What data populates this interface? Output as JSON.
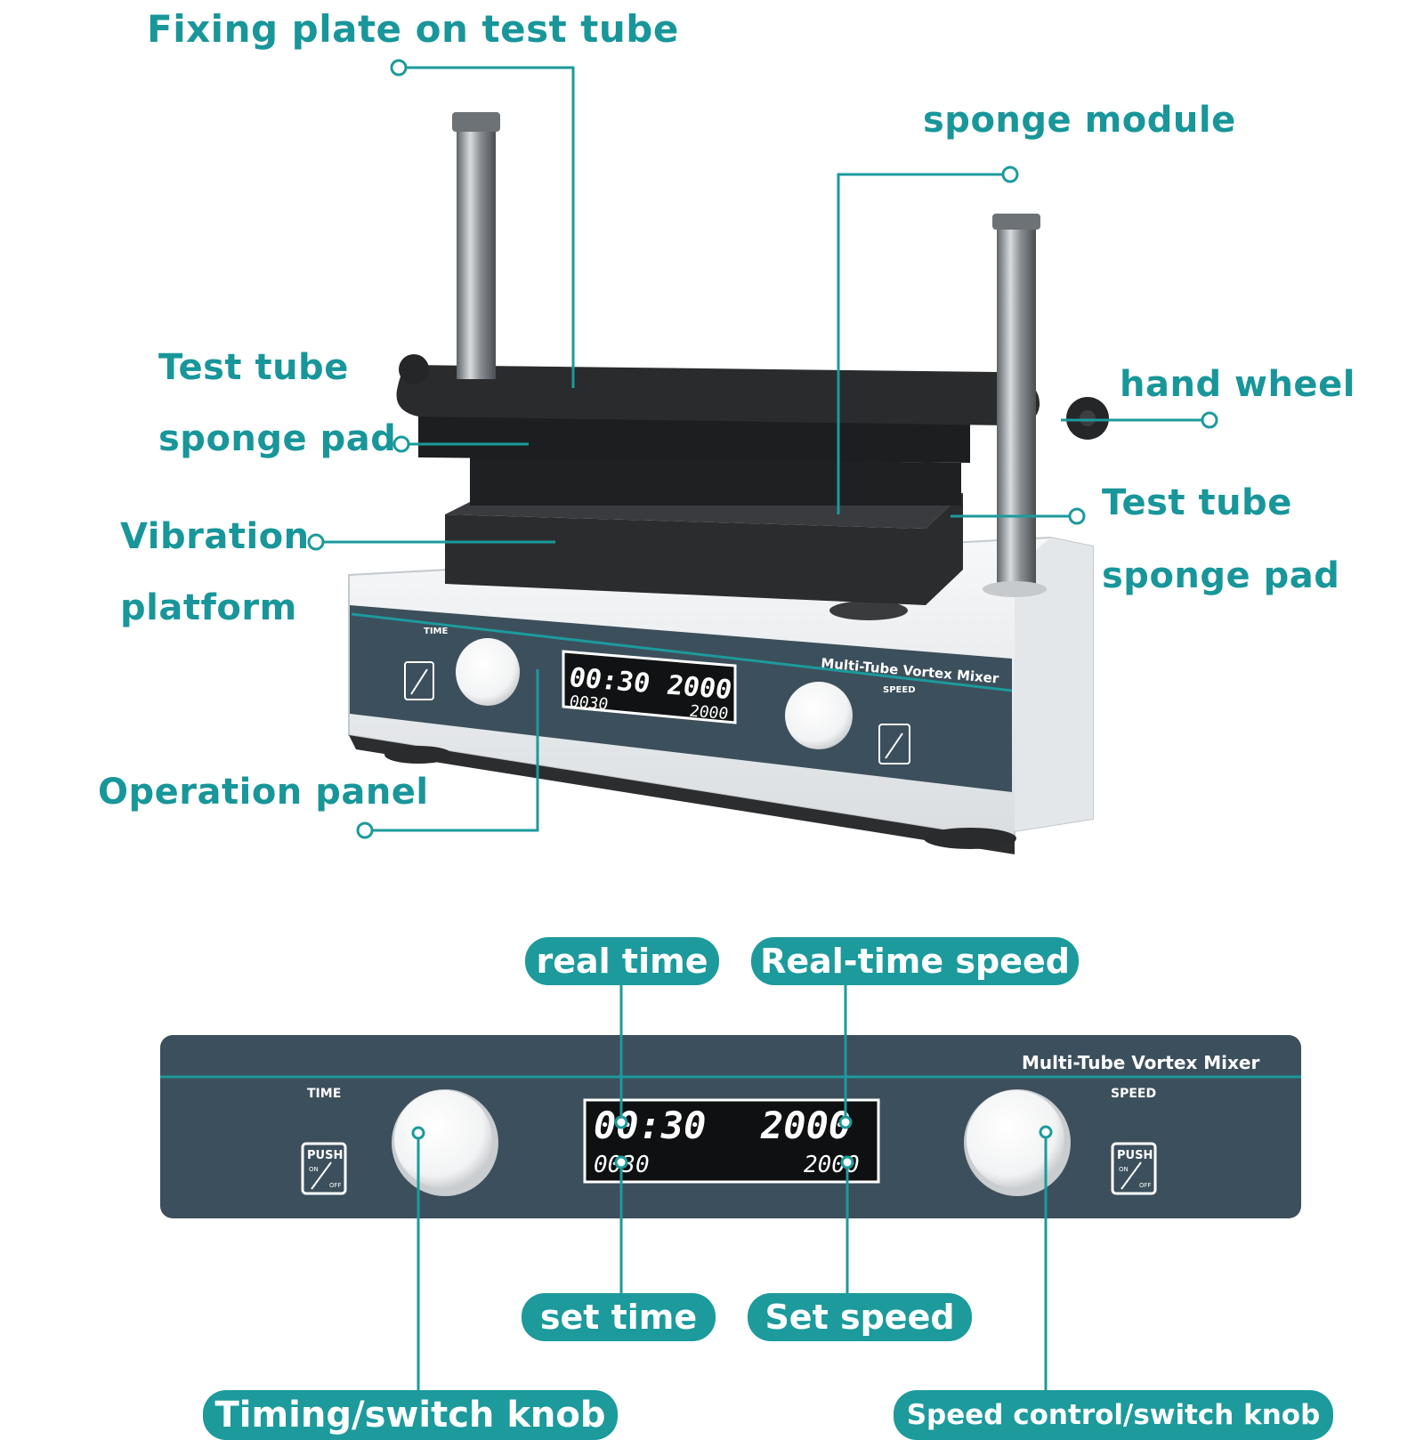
{
  "callouts": {
    "fixing_plate": "Fixing plate on test tube",
    "sponge_module": "sponge module",
    "test_tube_left_1": "Test tube",
    "test_tube_left_2": "sponge pad",
    "hand_wheel": "hand wheel",
    "vibration_1": "Vibration",
    "vibration_2": "platform",
    "test_tube_right_1": "Test tube",
    "test_tube_right_2": "sponge pad",
    "operation_panel": "Operation panel"
  },
  "device": {
    "model_label": "Multi-Tube Vortex  Mixer",
    "time_label": "TIME",
    "speed_label": "SPEED",
    "push_label": "PUSH",
    "on_label": "ON",
    "off_label": "OFF",
    "display": {
      "real_time": "00:30",
      "real_speed": "2000",
      "set_time": "0030",
      "set_speed": "2000"
    }
  },
  "panel_callouts": {
    "real_time": "real time",
    "real_time_speed": "Real-time speed",
    "set_time": "set time",
    "set_speed": "Set speed",
    "timing_knob": "Timing/switch knob",
    "speed_knob": "Speed control/switch knob"
  },
  "colors": {
    "accent": "#1c9a9c",
    "panel": "#3c4f5c",
    "platform": "#2e2f31",
    "body": "#eef0f2"
  }
}
